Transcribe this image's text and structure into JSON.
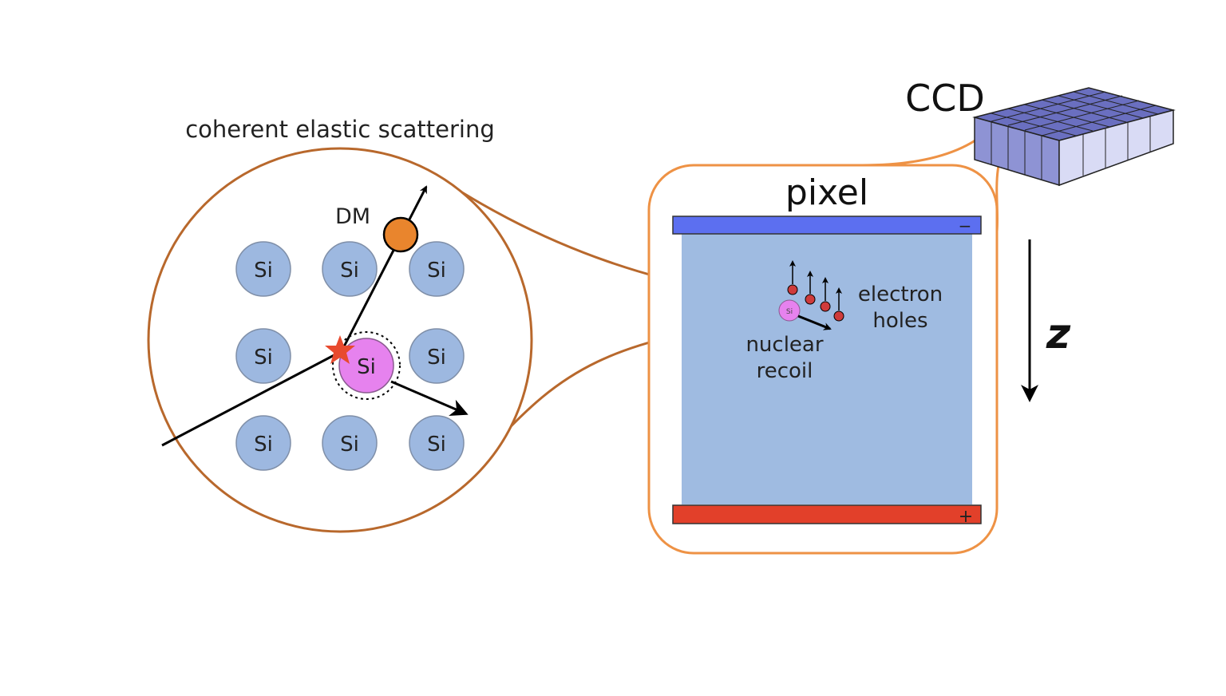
{
  "labels": {
    "coherent": "coherent elastic scattering",
    "dm": "DM",
    "si": "Si",
    "pixel": "pixel",
    "ccd": "CCD",
    "minus": "−",
    "plus": "+",
    "electron": "electron",
    "holes": "holes",
    "nuclear": "nuclear",
    "recoil": "recoil",
    "z": "z"
  },
  "colors": {
    "si_atom": "#9db8e0",
    "si_recoil": "#e682ee",
    "dm_particle": "#e9852d",
    "zoom_circle": "#b8682c",
    "pixel_border": "#ee9245",
    "pixel_fill": "#9fbbe1",
    "top_electrode": "#5c6ff0",
    "bottom_electrode": "#e2402a",
    "star": "#e84a2e",
    "charge": "#cf3b3b",
    "ccd_top": "#6a6fc0",
    "ccd_side": "#d9dbf5"
  },
  "icons": [
    "star-icon",
    "arrow-icon"
  ]
}
